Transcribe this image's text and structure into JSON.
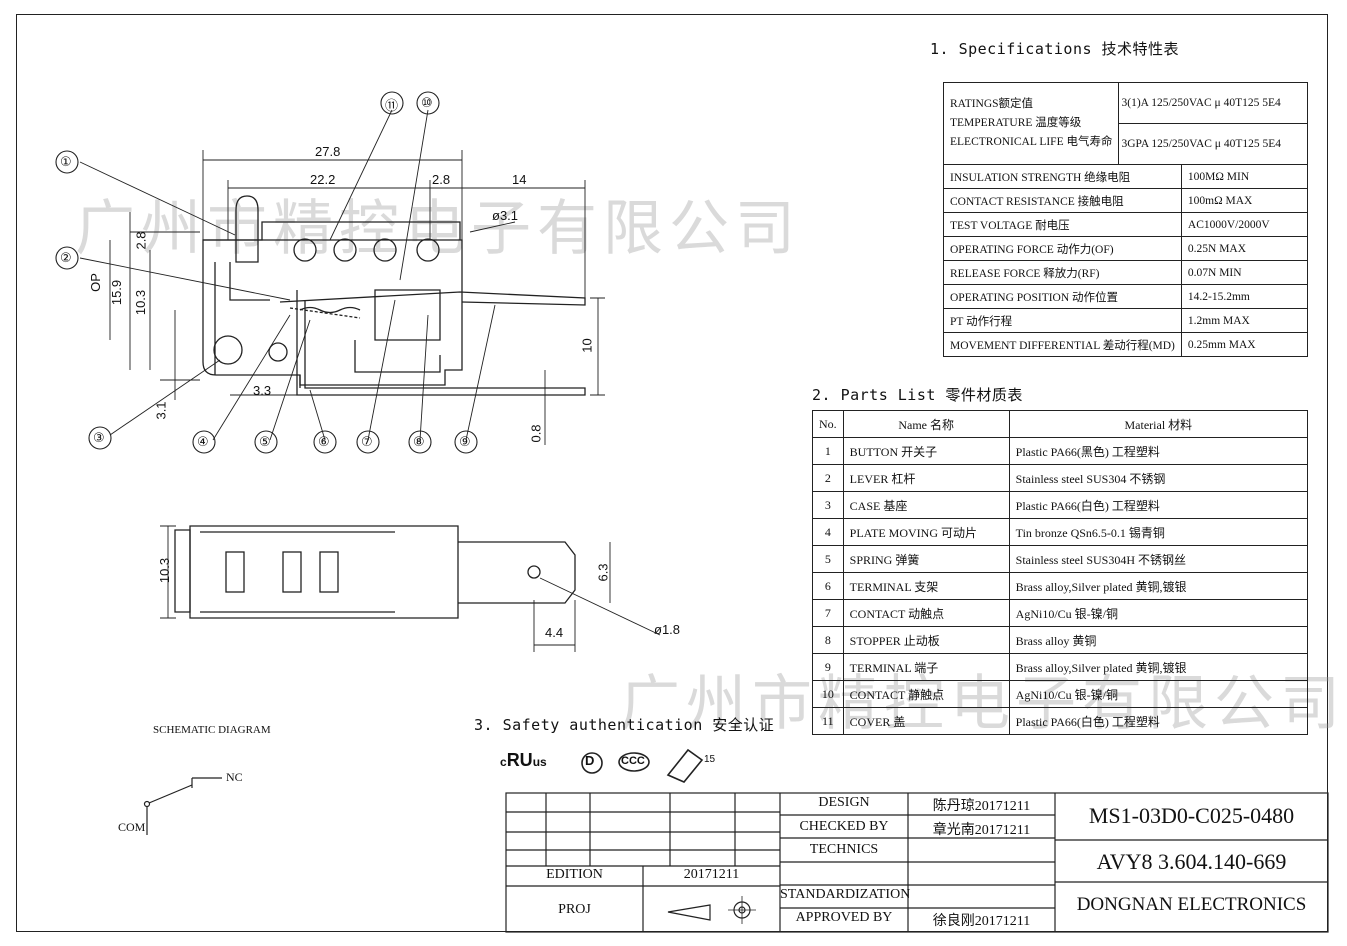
{
  "specifications": {
    "title": "1. Specifications  技术特性表",
    "top": {
      "labels": [
        "RATINGS额定值",
        "TEMPERATURE 温度等级",
        "ELECTRONICAL LIFE 电气寿命"
      ],
      "values": [
        "3(1)A 125/250VAC μ 40T125 5E4",
        "3GPA 125/250VAC μ 40T125 5E4"
      ]
    },
    "rows": [
      {
        "label": "INSULATION STRENGTH 绝缘电阻",
        "value": "100MΩ MIN"
      },
      {
        "label": "CONTACT RESISTANCE 接触电阻",
        "value": "100mΩ MAX"
      },
      {
        "label": "TEST VOLTAGE 耐电压",
        "value": "AC1000V/2000V"
      },
      {
        "label": "OPERATING FORCE 动作力(OF)",
        "value": "0.25N MAX"
      },
      {
        "label": "RELEASE FORCE 释放力(RF)",
        "value": "0.07N MIN"
      },
      {
        "label": "OPERATING POSITION 动作位置",
        "value": "14.2-15.2mm"
      },
      {
        "label": "PT 动作行程",
        "value": "1.2mm MAX"
      },
      {
        "label": "MOVEMENT DIFFERENTIAL 差动行程(MD)",
        "value": "0.25mm MAX"
      }
    ]
  },
  "parts": {
    "title": "2. Parts List  零件材质表",
    "headers": [
      "No.",
      "Name 名称",
      "Material 材料"
    ],
    "rows": [
      {
        "no": "1",
        "name": "BUTTON 开关子",
        "material": "Plastic PA66(黑色)    工程塑料"
      },
      {
        "no": "2",
        "name": "LEVER 杠杆",
        "material": "Stainless steel SUS304  不锈钢"
      },
      {
        "no": "3",
        "name": "CASE 基座",
        "material": "Plastic PA66(白色)    工程塑料"
      },
      {
        "no": "4",
        "name": "PLATE MOVING 可动片",
        "material": "Tin bronze QSn6.5-0.1    锡青铜"
      },
      {
        "no": "5",
        "name": "SPRING 弹簧",
        "material": "Stainless steel SUS304H   不锈钢丝"
      },
      {
        "no": "6",
        "name": "TERMINAL  支架",
        "material": "Brass alloy,Silver plated 黄铜,镀银"
      },
      {
        "no": "7",
        "name": "CONTACT 动触点",
        "material": "AgNi10/Cu 银-镍/铜"
      },
      {
        "no": "8",
        "name": "STOPPER 止动板",
        "material": "Brass alloy  黄铜"
      },
      {
        "no": "9",
        "name": "TERMINAL  端子",
        "material": "Brass alloy,Silver plated 黄铜,镀银"
      },
      {
        "no": "10",
        "name": "CONTACT 静触点",
        "material": "AgNi10/Cu 银-镍/铜"
      },
      {
        "no": "11",
        "name": "COVER 盖",
        "material": "Plastic PA66(白色)    工程塑料"
      }
    ]
  },
  "safety": {
    "title": "3. Safety authentication  安全认证",
    "marks": [
      "c",
      "RU",
      "us",
      "D",
      "CCC",
      "15"
    ]
  },
  "schematic": {
    "title": "SCHEMATIC DIAGRAM",
    "nc": "NC",
    "com": "COM"
  },
  "dimensions": {
    "top": [
      "27.8",
      "22.2",
      "2.8",
      "14",
      "ø3.1"
    ],
    "left": [
      "OP",
      "15.9",
      "10.3",
      "2.8",
      "3.1",
      "3.3"
    ],
    "right": [
      "10",
      "0.8"
    ],
    "bottom_view": [
      "10.3",
      "6.3",
      "4.4",
      "ø1.8"
    ]
  },
  "callouts": [
    "①",
    "②",
    "③",
    "④",
    "⑤",
    "⑥",
    "⑦",
    "⑧",
    "⑨",
    "⑩",
    "⑪"
  ],
  "watermark": "广州市精控电子有限公司",
  "title_block": {
    "edition_label": "EDITION",
    "edition_value": "20171211",
    "proj_label": "PROJ",
    "design_label": "DESIGN",
    "design_value": "陈丹琼20171211",
    "checked_label": "CHECKED BY",
    "checked_value": "章光南20171211",
    "technics_label": "TECHNICS",
    "standardization_label": "STANDARDIZATION",
    "approved_label": "APPROVED BY",
    "approved_value": "徐良刚20171211",
    "drawing_no": "MS1-03D0-C025-0480",
    "model_no": "AVY8 3.604.140-669",
    "company": "DONGNAN ELECTRONICS"
  }
}
